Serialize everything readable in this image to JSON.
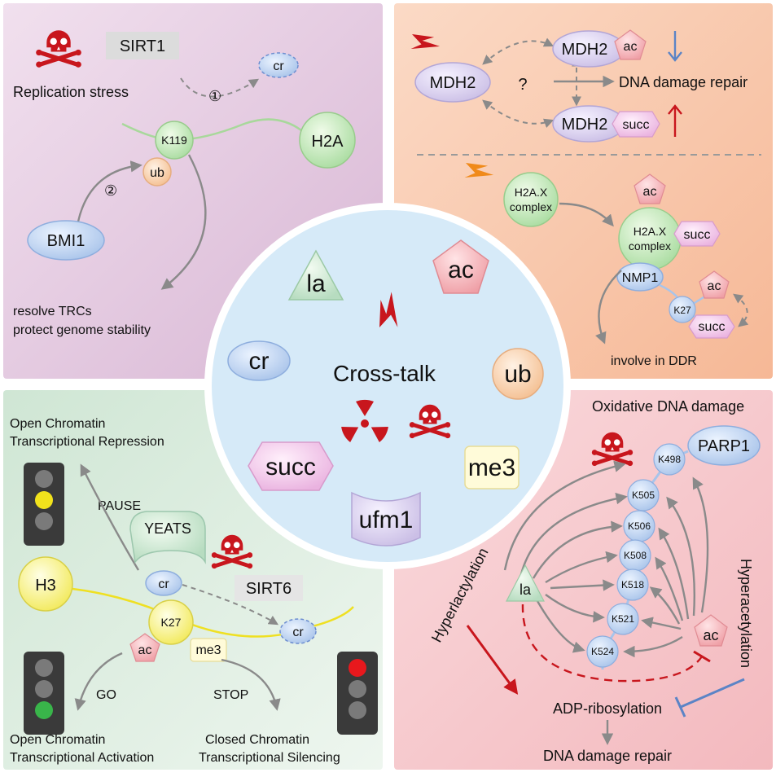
{
  "center": {
    "title": "Cross-talk",
    "marks": {
      "la": "la",
      "ac": "ac",
      "cr": "cr",
      "ub": "ub",
      "succ": "succ",
      "me3": "me3",
      "ufm1": "ufm1"
    }
  },
  "top_left": {
    "sirt1": "SIRT1",
    "replication_stress": "Replication stress",
    "cr": "cr",
    "step1": "①",
    "step2": "②",
    "k119": "K119",
    "h2a": "H2A",
    "ub": "ub",
    "bmi1": "BMI1",
    "outcome_line1": "resolve TRCs",
    "outcome_line2": "protect genome stability"
  },
  "top_right": {
    "mdh2": "MDH2",
    "mdh2_ac": "MDH2",
    "ac": "ac",
    "mdh2_succ": "MDH2",
    "succ": "succ",
    "question": "?",
    "dna_repair": "DNA damage repair",
    "h2ax_line1": "H2A.X",
    "h2ax_line2": "complex",
    "h2ax2_line1": "H2A.X",
    "h2ax2_line2": "complex",
    "ac2": "ac",
    "succ2": "succ",
    "nmp1": "NMP1",
    "k27": "K27",
    "ac3": "ac",
    "succ3": "succ",
    "ddr": "involve in DDR"
  },
  "bottom_left": {
    "open_repr_1": "Open Chromatin",
    "open_repr_2": "Transcriptional Repression",
    "pause": "PAUSE",
    "yeats": "YEATS",
    "h3": "H3",
    "cr": "cr",
    "sirt6": "SIRT6",
    "cr2": "cr",
    "k27": "K27",
    "ac": "ac",
    "me3": "me3",
    "go": "GO",
    "stop": "STOP",
    "open_act_1": "Open Chromatin",
    "open_act_2": "Transcriptional Activation",
    "closed_1": "Closed Chromatin",
    "closed_2": "Transcriptional Silencing"
  },
  "bottom_right": {
    "oxidative": "Oxidative DNA damage",
    "parp1": "PARP1",
    "sites": [
      "K498",
      "K505",
      "K506",
      "K508",
      "K518",
      "K521",
      "K524"
    ],
    "la": "la",
    "ac": "ac",
    "hyperlactylation": "Hyperlactylation",
    "hyperacetylation": "Hyperacetylation",
    "adp": "ADP-ribosylation",
    "repair": "DNA damage repair"
  },
  "colors": {
    "purple_bg": "#e4c8e0",
    "orange_bg": "#f8c9ad",
    "green_bg": "#d9ecdd",
    "pink_bg": "#f6c8cc",
    "center_bg": "#d6eaf8",
    "hazard_red": "#c8161d"
  }
}
